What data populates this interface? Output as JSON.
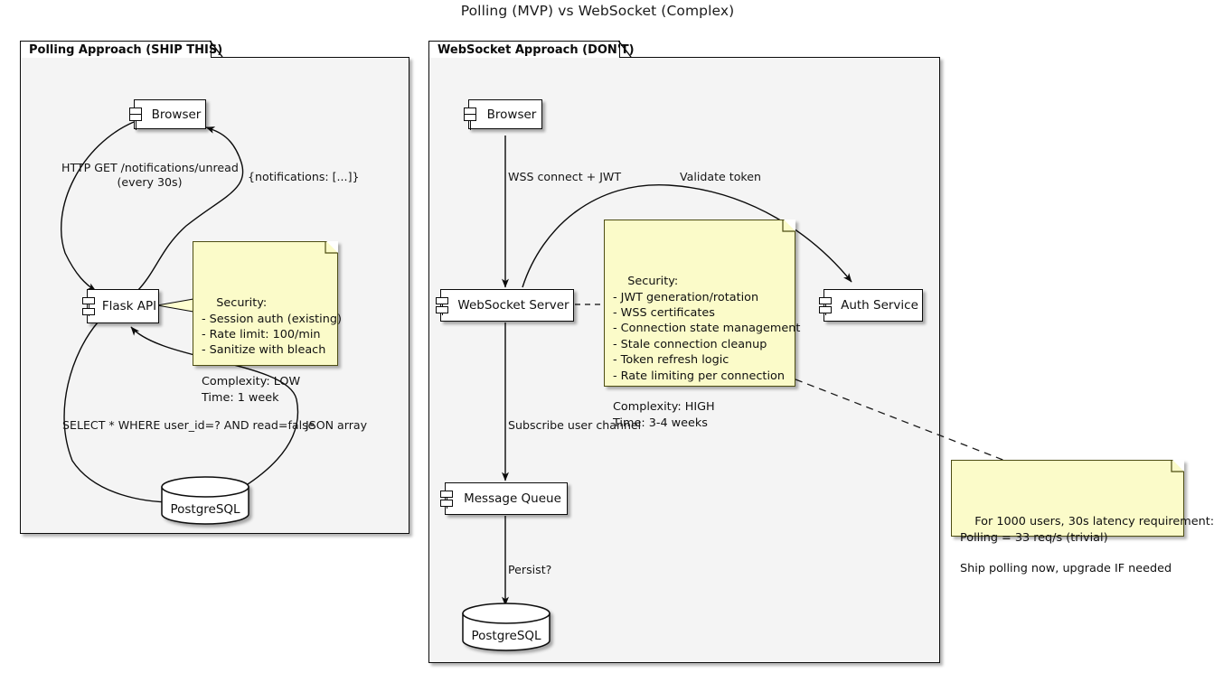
{
  "diagram": {
    "title": "Polling (MVP) vs WebSocket (Complex)",
    "colors": {
      "note_fill": "#fbfbc9",
      "note_border": "#4d4d13",
      "package_fill": "#f4f4f4",
      "component_fill": "#ffffff",
      "line": "#0b0b0b",
      "background": "#ffffff"
    }
  },
  "polling_package": {
    "title": "Polling Approach (SHIP THIS)",
    "components": [
      {
        "id": "browser",
        "label": "Browser"
      },
      {
        "id": "flask",
        "label": "Flask API"
      }
    ],
    "databases": [
      {
        "id": "pg",
        "label": "PostgreSQL"
      }
    ],
    "edges": [
      {
        "from": "browser",
        "to": "flask",
        "label_line1": "HTTP GET /notifications/unread",
        "label_line2": "(every 30s)"
      },
      {
        "from": "flask",
        "to": "browser",
        "label_line1": "{notifications: [...]}"
      },
      {
        "from": "flask",
        "to": "pg",
        "label_line1": "SELECT * WHERE user_id=? AND read=false"
      },
      {
        "from": "pg",
        "to": "flask",
        "label_line1": "JSON array"
      }
    ],
    "note": {
      "target": "flask",
      "text": "Security:\n- Session auth (existing)\n- Rate limit: 100/min\n- Sanitize with bleach\n\nComplexity: LOW\nTime: 1 week"
    }
  },
  "websocket_package": {
    "title": "WebSocket Approach (DON'T)",
    "components": [
      {
        "id": "ws_browser",
        "label": "Browser"
      },
      {
        "id": "ws_server",
        "label": "WebSocket Server"
      },
      {
        "id": "auth",
        "label": "Auth Service"
      },
      {
        "id": "mq",
        "label": "Message Queue"
      }
    ],
    "databases": [
      {
        "id": "ws_pg",
        "label": "PostgreSQL"
      }
    ],
    "edges": [
      {
        "from": "ws_browser",
        "to": "ws_server",
        "label_line1": "WSS connect + JWT"
      },
      {
        "from": "ws_server",
        "to": "auth",
        "label_line1": "Validate token"
      },
      {
        "from": "ws_server",
        "to": "mq",
        "label_line1": "Subscribe user channel"
      },
      {
        "from": "mq",
        "to": "ws_pg",
        "label_line1": "Persist?"
      }
    ],
    "note": {
      "target": "ws_server",
      "text": "Security:\n- JWT generation/rotation\n- WSS certificates\n- Connection state management\n- Stale connection cleanup\n- Token refresh logic\n- Rate limiting per connection\n\nComplexity: HIGH\nTime: 3-4 weeks"
    }
  },
  "summary_note": {
    "text": "For 1000 users, 30s latency requirement:\nPolling = 33 req/s (trivial)\n\nShip polling now, upgrade IF needed"
  }
}
